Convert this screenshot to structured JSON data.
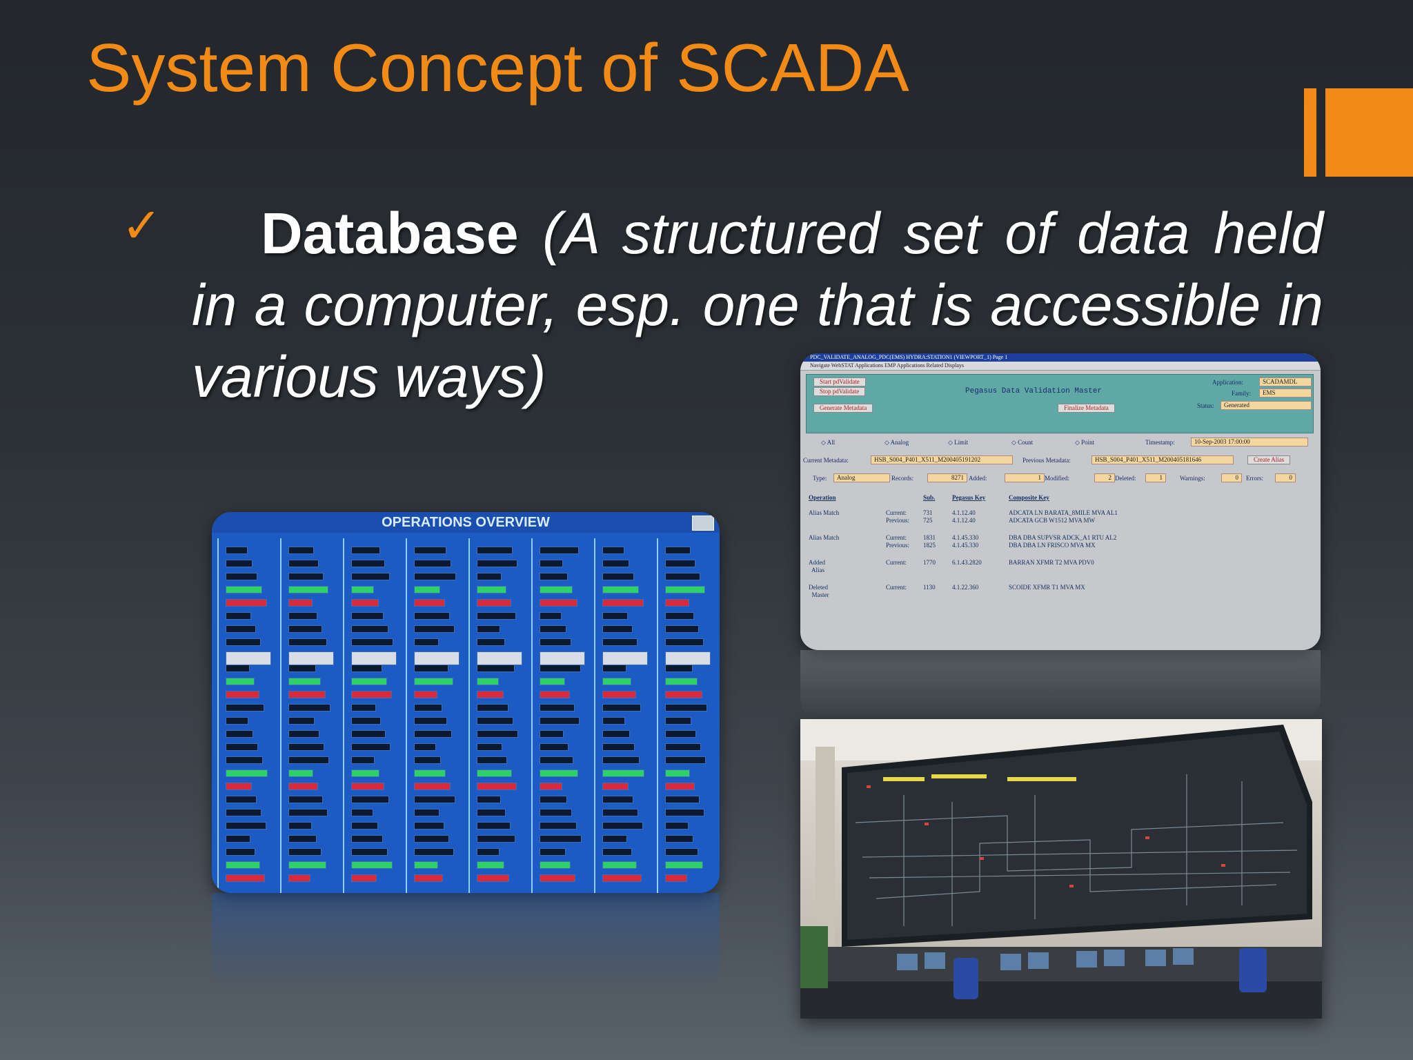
{
  "slide": {
    "title": "System Concept of SCADA",
    "bullet": {
      "term": "Database",
      "definition": "(A structured set of data held in a computer, esp. one that is accessible in various ways)"
    }
  },
  "colors": {
    "accent": "#f28a18",
    "background": "#2c3136"
  },
  "icons": {
    "bullet": "checkmark-icon"
  },
  "operations_overview": {
    "title": "OPERATIONS OVERVIEW"
  },
  "pegasus": {
    "window_title": "PDC_VALIDATE_ANALOG_PDC(EMS)   HYDRA:STATION1 (VIEWPORT_1)   Page 1",
    "menu": "Navigate   WebSTAT Applications   EMP Applications   Related Displays",
    "heading": "Pegasus Data Validation Master",
    "buttons": {
      "start": "Start pdValidate",
      "stop": "Stop pdValidate",
      "generate": "Generate Metadata",
      "finalize": "Finalize Metadata",
      "create_alias": "Create Alias"
    },
    "application_label": "Application:",
    "application_value": "SCADAMDL",
    "family_label": "Family:",
    "family_value": "EMS",
    "status_label": "Status:",
    "status_value": "Generated",
    "filters": [
      "All",
      "Analog",
      "Limit",
      "Count",
      "Point"
    ],
    "timestamp_label": "Timestamp:",
    "timestamp_value": "10-Sep-2003 17:00:00",
    "current_meta_label": "Current Metadata:",
    "current_meta_value": "HSB_S004_P401_X511_M200405191202",
    "previous_meta_label": "Previous Metadata:",
    "previous_meta_value": "HSB_S004_P401_X511_M200405181646",
    "type_label": "Type:",
    "type_value": "Analog",
    "records_label": "Records:",
    "records_value": "8271",
    "added_label": "Added:",
    "added_value": "1",
    "modified_label": "Modified:",
    "modified_value": "2",
    "deleted_label": "Deleted:",
    "deleted_value": "1",
    "warnings_label": "Warnings:",
    "warnings_value": "0",
    "errors_label": "Errors:",
    "errors_value": "0",
    "table_headers": [
      "Operation",
      "Sub.",
      "Pegasus Key",
      "Composite Key"
    ],
    "rows": [
      {
        "operation": "Alias Match",
        "labels": "Current:\nPrevious:",
        "sub": "731\n725",
        "key": "4.1.12.40\n4.1.12.40",
        "composite": "ADCATA LN BARATA_8MILE MVA AL1\nADCATA GCB W1512 MVA MW"
      },
      {
        "operation": "Alias Match",
        "labels": "Current:\nPrevious:",
        "sub": "1831\n1825",
        "key": "4.1.45.330\n4.1.45.330",
        "composite": "DBA DBA SUPVSR ADCK_A1 RTU AL2\nDBA DBA LN FRISCO MVA MX"
      },
      {
        "operation": "Added\n  Alias",
        "labels": "Current:",
        "sub": "1770",
        "key": "6.1.43.2820",
        "composite": "BARRAN XFMR T2 MVA PDV0"
      },
      {
        "operation": "Deleted\n  Master",
        "labels": "Current:",
        "sub": "1130",
        "key": "4.1.22.360",
        "composite": "SCOIDE XFMR T1 MVA MX"
      }
    ]
  }
}
